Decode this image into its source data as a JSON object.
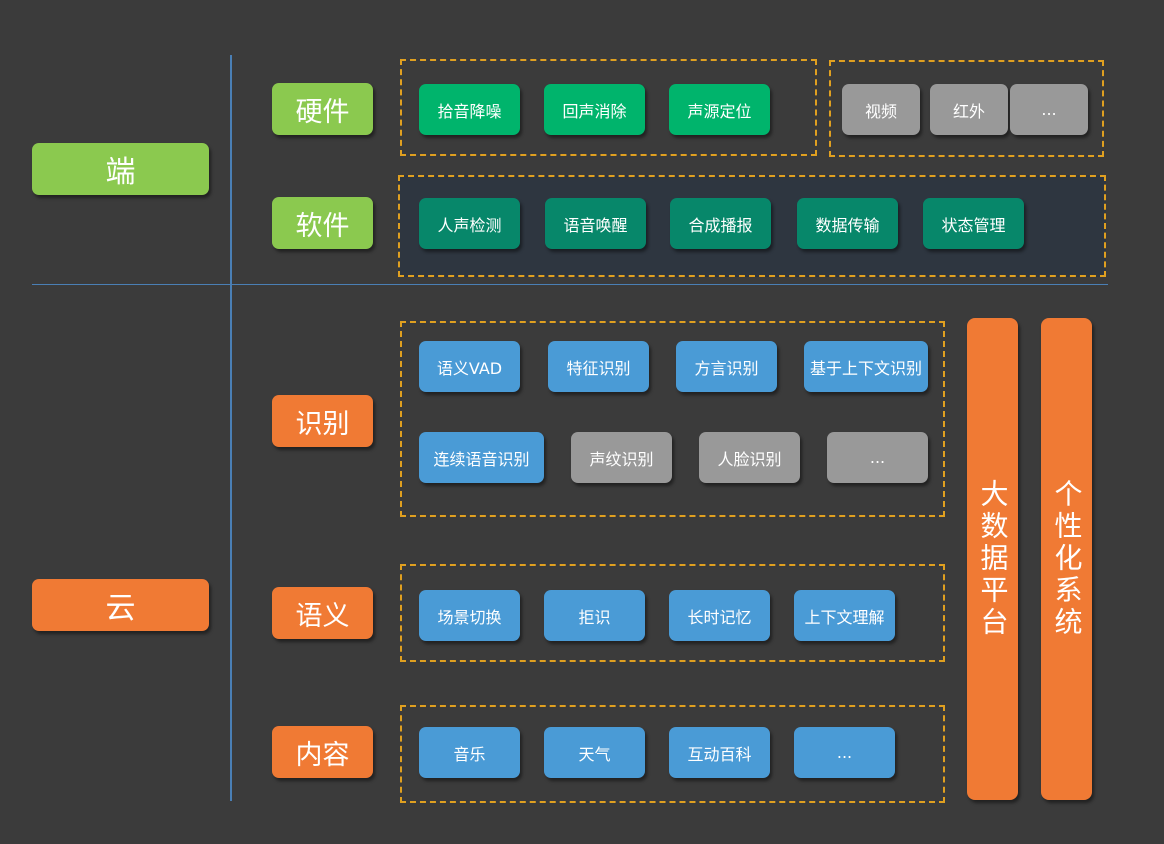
{
  "left": {
    "duan": "端",
    "yun": "云"
  },
  "categories": {
    "hardware": "硬件",
    "software": "软件",
    "recognition": "识别",
    "semantics": "语义",
    "content": "内容"
  },
  "hardware_items": [
    "拾音降噪",
    "回声消除",
    "声源定位"
  ],
  "hardware_extra": [
    "视频",
    "红外",
    "..."
  ],
  "software_items": [
    "人声检测",
    "语音唤醒",
    "合成播报",
    "数据传输",
    "状态管理"
  ],
  "recognition_row1": [
    "语义VAD",
    "特征识别",
    "方言识别",
    "基于上下文识别"
  ],
  "recognition_row2": [
    "连续语音识别",
    "声纹识别",
    "人脸识别",
    "..."
  ],
  "semantics_items": [
    "场景切换",
    "拒识",
    "长时记忆",
    "上下文理解"
  ],
  "content_items": [
    "音乐",
    "天气",
    "互动百科",
    "..."
  ],
  "right_bars": {
    "bigdata": "大数据平台",
    "personal": "个性化系统"
  },
  "colors": {
    "background": "#3b3b3b",
    "light_green": "#8bc94f",
    "orange": "#f07a34",
    "green": "#00b46c",
    "teal": "#07876a",
    "blue": "#4a9bd6",
    "gray": "#999999",
    "dash": "#e0a020",
    "line": "#4a7fb5"
  }
}
